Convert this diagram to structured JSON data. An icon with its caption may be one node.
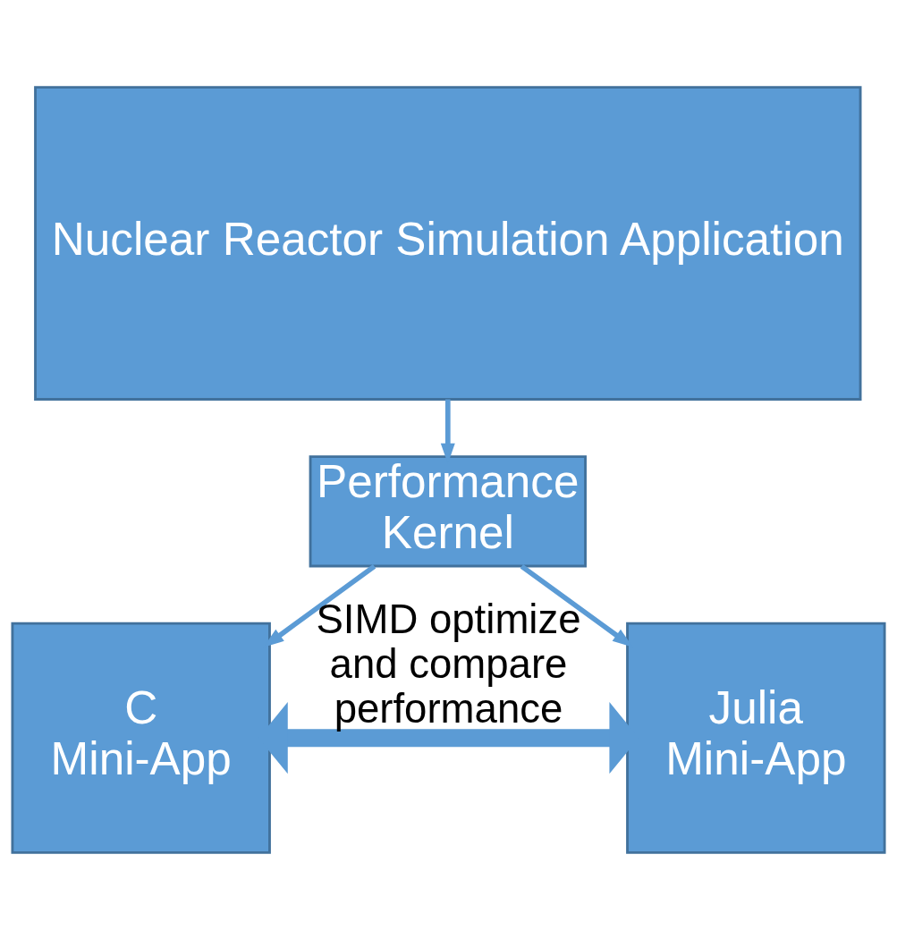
{
  "diagram": {
    "nodes": [
      {
        "text": [
          "Nuclear Reactor Simulation Application"
        ]
      },
      {
        "text": [
          "Performance Kernel"
        ]
      },
      {
        "text": [
          "C Mini-App"
        ]
      },
      {
        "text": [
          "Julia Mini-App"
        ]
      }
    ],
    "edges": [
      {
        "from": 0,
        "to": 1,
        "arrow": "to"
      },
      {
        "from": 1,
        "to": 2,
        "arrow": "to"
      },
      {
        "from": 1,
        "to": 3,
        "arrow": "to"
      },
      {
        "from": 2,
        "to": 3,
        "arrow": "both",
        "style": "thick",
        "label": "SIMD optimize and compare performance"
      }
    ]
  }
}
